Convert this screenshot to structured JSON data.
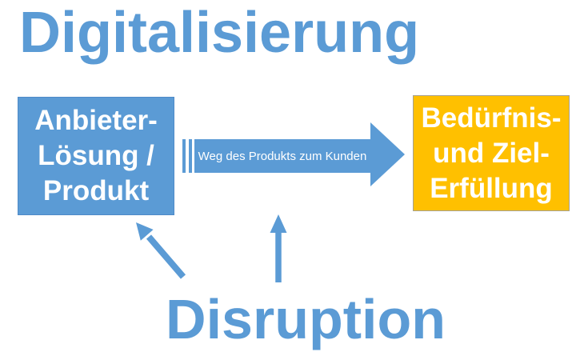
{
  "title": {
    "text": "Digitalisierung"
  },
  "colors": {
    "blue": "#5B9BD5",
    "gold": "#FFC000"
  },
  "left_box": {
    "lines": [
      "Anbieter-",
      "Lösung /",
      "Produkt"
    ]
  },
  "process_arrow": {
    "label": "Weg des Produkts zum Kunden"
  },
  "right_box": {
    "lines": [
      "Bedürfnis-",
      "und Ziel-",
      "Erfüllung"
    ]
  },
  "disruption": {
    "text": "Disruption"
  }
}
